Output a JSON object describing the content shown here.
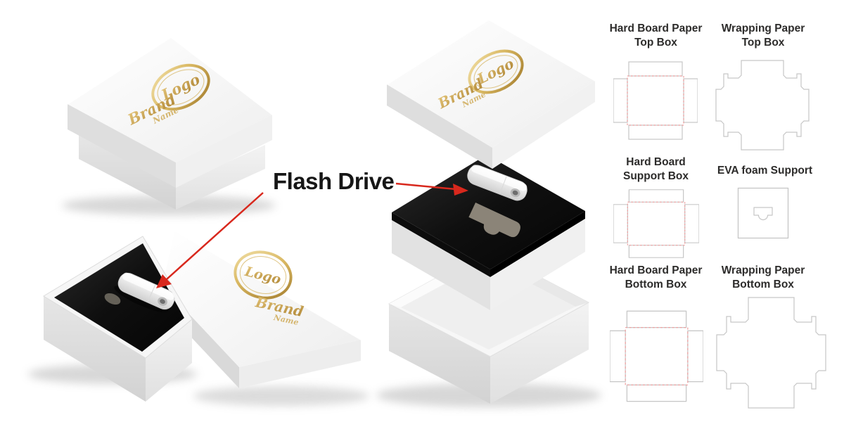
{
  "annotation": {
    "flash_drive_label": "Flash Drive"
  },
  "branding": {
    "logo_text": "Logo",
    "brand_line1": "Brand",
    "brand_line2": "Name"
  },
  "dieline_labels": {
    "hardboard_top": {
      "line1": "Hard Board Paper",
      "line2": "Top Box"
    },
    "wrapping_top": {
      "line1": "Wrapping Paper",
      "line2": "Top Box"
    },
    "hardboard_support": {
      "line1": "Hard Board",
      "line2": "Support Box"
    },
    "eva_foam": {
      "line1": "EVA foam Support",
      "line2": ""
    },
    "hardboard_bottom": {
      "line1": "Hard Board Paper",
      "line2": "Bottom Box"
    },
    "wrapping_bottom": {
      "line1": "Wrapping Paper",
      "line2": "Bottom Box"
    }
  },
  "colors": {
    "gold": "#c9a14d",
    "arrow_red": "#d8281d",
    "cut_line_gray": "#c6c6c6",
    "fold_line_pink": "#f09f9f",
    "foam_black": "#141414",
    "box_white": "#f7f7f7"
  }
}
